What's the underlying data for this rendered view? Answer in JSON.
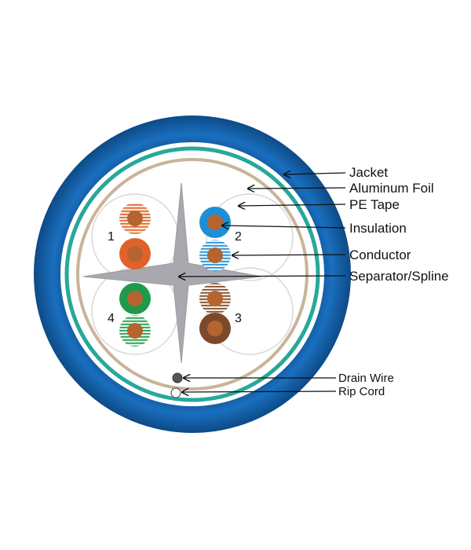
{
  "labels": {
    "jacket": "Jacket",
    "foil": "Aluminum Foil",
    "pe_tape": "PE Tape",
    "insulation": "Insulation",
    "conductor": "Conductor",
    "separator": "Separator/Spline",
    "drain": "Drain Wire",
    "rip": "Rip Cord"
  },
  "pairs": [
    {
      "number": "1",
      "solid": "#e0622a",
      "stripe": "#e0622a"
    },
    {
      "number": "2",
      "solid": "#1e8fd6",
      "stripe": "#1e8fd6"
    },
    {
      "number": "3",
      "solid": "#7b4a2c",
      "stripe": "#7b4a2c"
    },
    {
      "number": "4",
      "solid": "#1f9a4a",
      "stripe": "#1f9a4a"
    }
  ],
  "colors": {
    "jacket": "#1a6fbf",
    "jacket_dark": "#0f4f8f",
    "foil": "#27a89a",
    "pe_tape": "#c9b39a",
    "separator": "#a8a8ae",
    "copper": "#b5642f"
  }
}
